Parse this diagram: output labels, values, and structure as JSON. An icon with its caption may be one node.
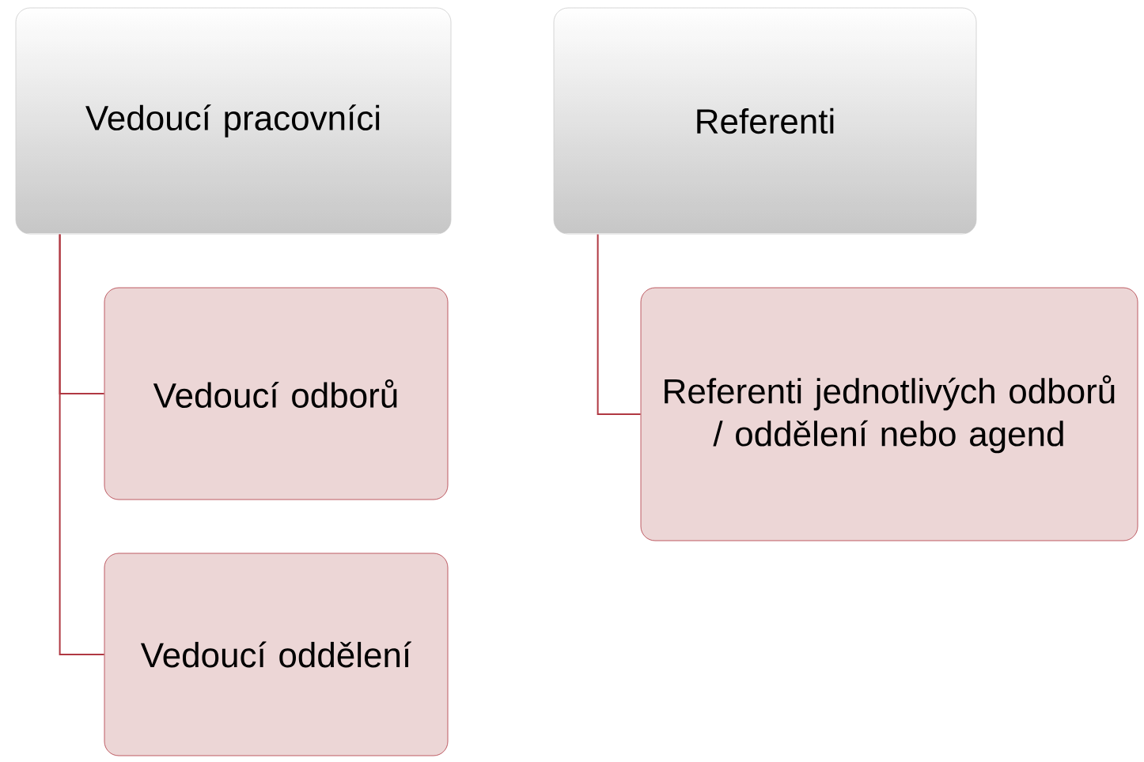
{
  "diagram": {
    "nodes": [
      {
        "text": [
          "Vedoucí pracovníci"
        ]
      },
      {
        "text": [
          "Referenti"
        ]
      },
      {
        "text": [
          "Vedoucí odborů"
        ]
      },
      {
        "text": [
          "Vedoucí oddělení"
        ]
      },
      {
        "text": [
          "Referenti jednotlivých odborů / oddělení nebo agend"
        ]
      }
    ],
    "edges": [
      {
        "from": 0,
        "to": 2,
        "arrow": "none"
      },
      {
        "from": 0,
        "to": 3,
        "arrow": "none"
      },
      {
        "from": 1,
        "to": 4,
        "arrow": "none"
      }
    ]
  }
}
